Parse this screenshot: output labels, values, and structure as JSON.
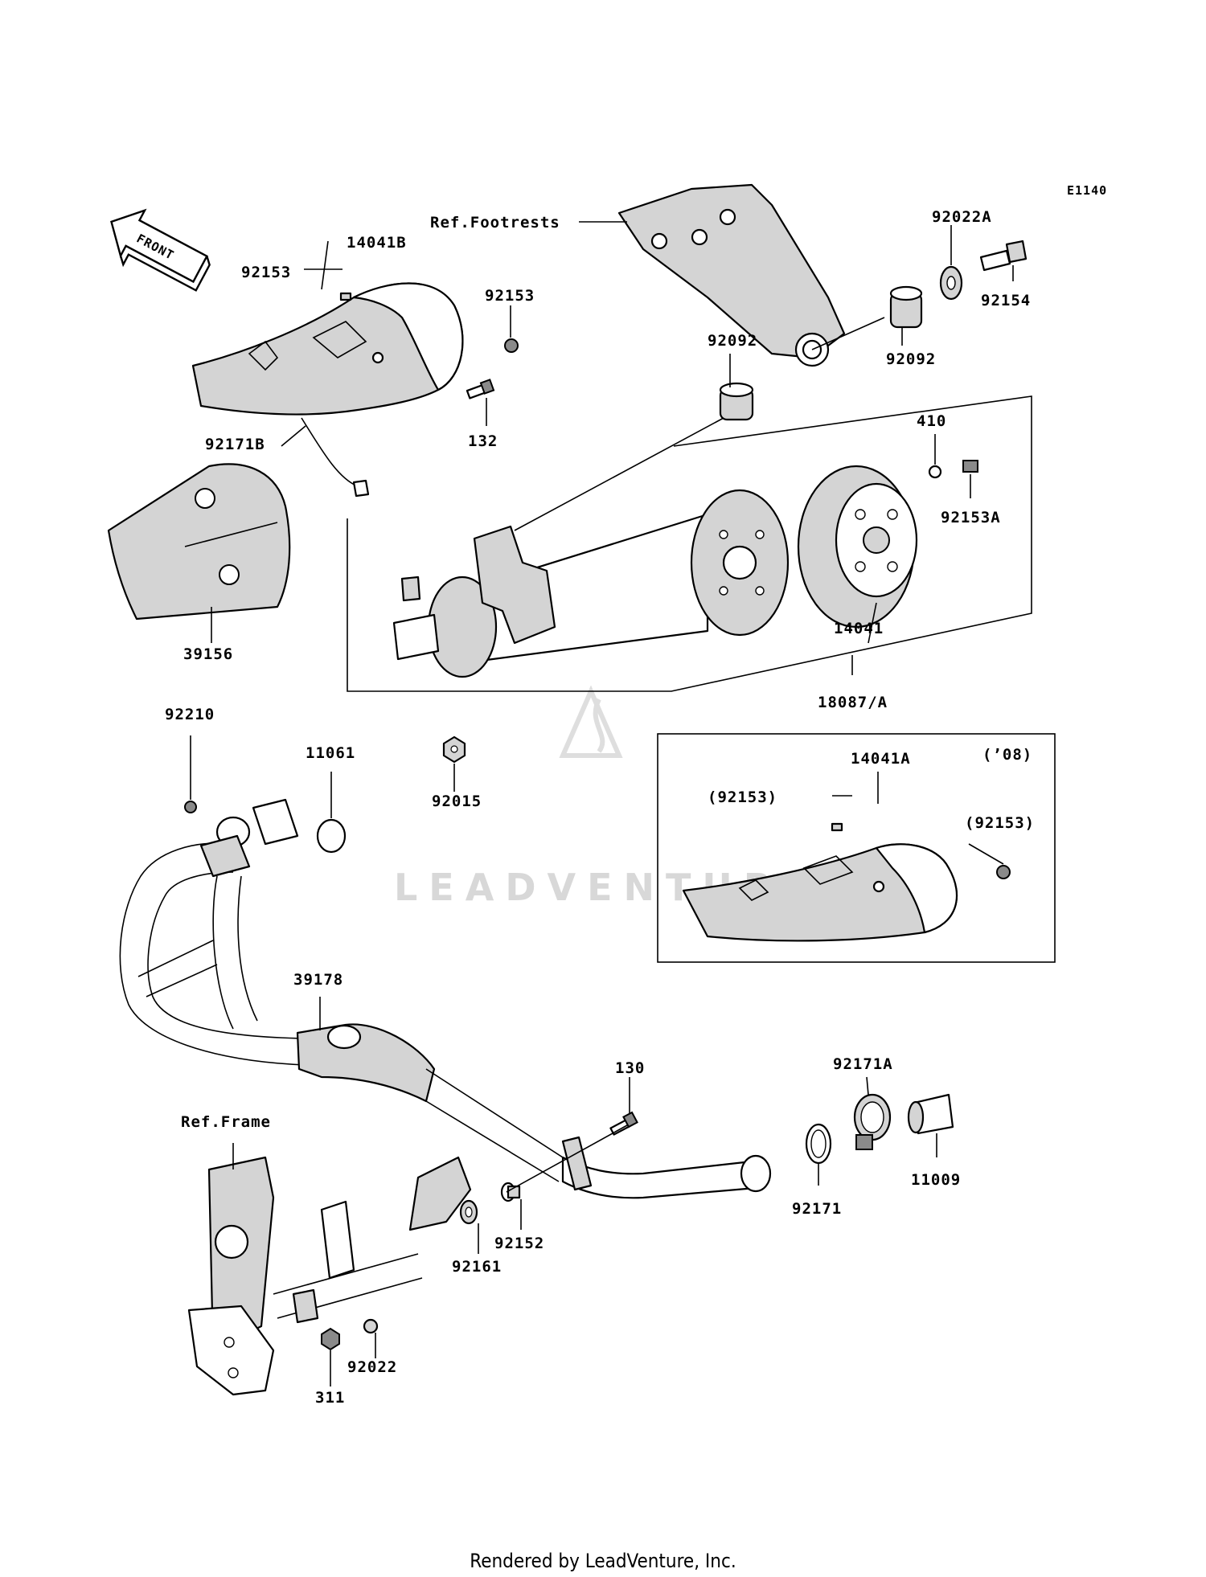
{
  "diagram_code": "E1140",
  "front_arrow_text": "FRONT",
  "footer": "Rendered by LeadVenture, Inc.",
  "watermark": "LEADVENTURE",
  "inset_year": "(’08)",
  "references": {
    "footrests": "Ref.Footrests",
    "frame": "Ref.Frame"
  },
  "part_labels": {
    "p14041B": "14041B",
    "p92153_top": "92153",
    "p92153_right": "92153",
    "p92171B": "92171B",
    "p132": "132",
    "p39156": "39156",
    "p92092_left": "92092",
    "p92092_right": "92092",
    "p92022A": "92022A",
    "p92154": "92154",
    "p410": "410",
    "p92153A": "92153A",
    "p14041": "14041",
    "p18087A": "18087/A",
    "p92015": "92015",
    "p92210": "92210",
    "p11061": "11061",
    "p14041A": "14041A",
    "p92153_inset_left": "(92153)",
    "p92153_inset_right": "(92153)",
    "p39178": "39178",
    "p130": "130",
    "p92171A": "92171A",
    "p11009": "11009",
    "p92171": "92171",
    "p92152": "92152",
    "p92161": "92161",
    "p92022": "92022",
    "p311": "311"
  }
}
